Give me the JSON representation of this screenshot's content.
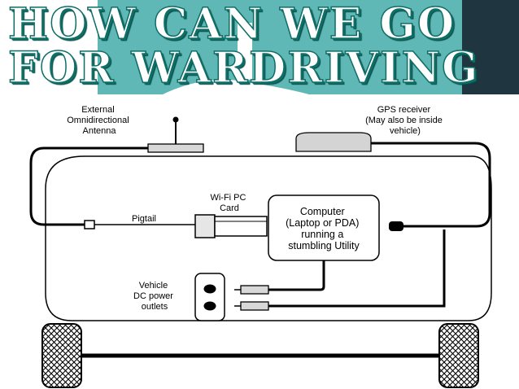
{
  "slide": {
    "title_line_1": "HOW CAN WE GO",
    "title_line_2": "FOR WARDRIVING"
  },
  "diagram": {
    "antenna_label": [
      "External",
      "Omnidirectional",
      "Antenna"
    ],
    "gps_label": [
      "GPS receiver",
      "(May also be inside",
      "vehicle)"
    ],
    "wifi_label": [
      "Wi-Fi PC",
      "Card"
    ],
    "pigtail_label": "Pigtail",
    "computer_label": [
      "Computer",
      "(Laptop or PDA)",
      "running a",
      "stumbling Utility"
    ],
    "power_label": [
      "Vehicle",
      "DC power",
      "outlets"
    ]
  },
  "colors": {
    "teal": "#5fb8b5",
    "dark_teal": "#1f3540",
    "title_outline": "#0e6e66"
  }
}
